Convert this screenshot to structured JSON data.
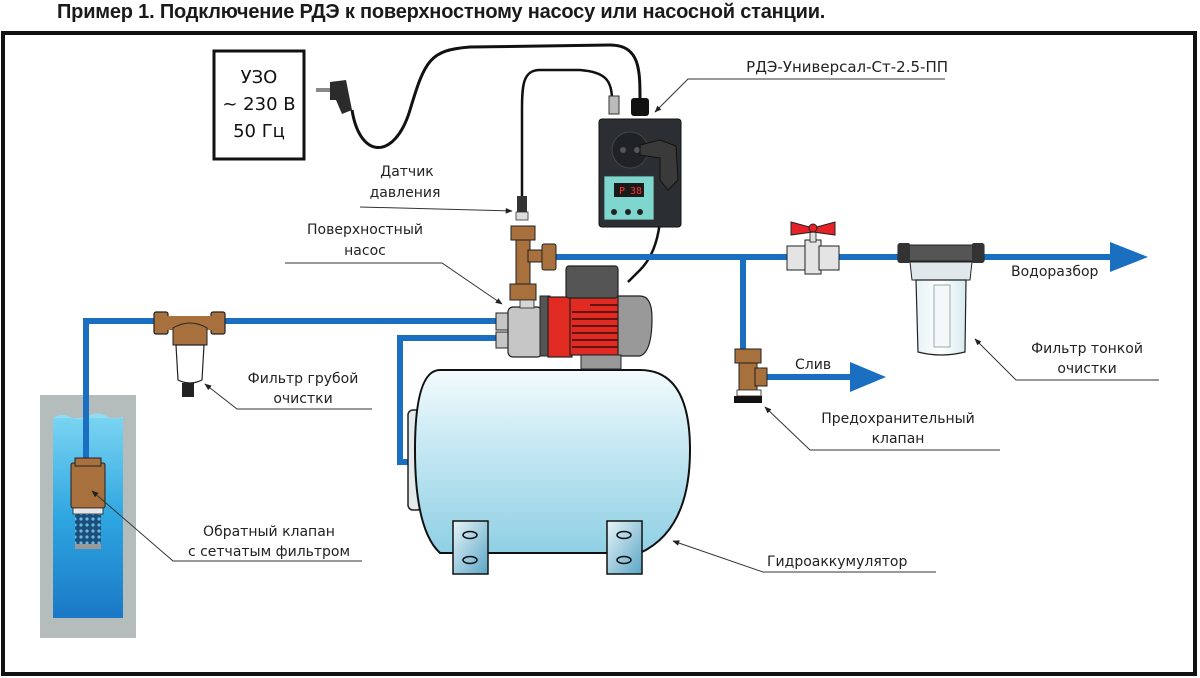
{
  "title": "Пример 1. Подключение РДЭ к поверхностному насосу или насосной станции.",
  "power_box": {
    "line1": "УЗО",
    "line2": "~ 230 В",
    "line3": "50 Гц"
  },
  "labels": {
    "controller": "РДЭ-Универсал-Ст-2.5-ПП",
    "pressure_sensor_line1": "Датчик",
    "pressure_sensor_line2": "давления",
    "surface_pump_line1": "Поверхностный",
    "surface_pump_line2": "насос",
    "coarse_filter_line1": "Фильтр грубой",
    "coarse_filter_line2": "очистки",
    "check_valve_line1": "Обратный клапан",
    "check_valve_line2": "с сетчатым фильтром",
    "drain": "Слив",
    "safety_valve_line1": "Предохранительный",
    "safety_valve_line2": "клапан",
    "water_outlet": "Водоразбор",
    "fine_filter_line1": "Фильтр тонкой",
    "fine_filter_line2": "очистки",
    "accumulator": "Гидроаккумулятор"
  },
  "controller_display": {
    "mode": "P",
    "value": "38"
  },
  "colors": {
    "pipe": "#1a6fc0",
    "brass": "#a8703c",
    "water_top": "#5cc8ee",
    "water_bottom": "#1a7fcb",
    "well": "#b4bcbc",
    "tank": "#bfe6f2",
    "motor_red": "#e02a22",
    "valve_handle": "#e52228",
    "controller_body": "#2b2f33",
    "display_panel": "#7fd6cf"
  },
  "icons": {
    "arrow": "flow-arrow-icon",
    "plug": "power-plug-icon"
  }
}
